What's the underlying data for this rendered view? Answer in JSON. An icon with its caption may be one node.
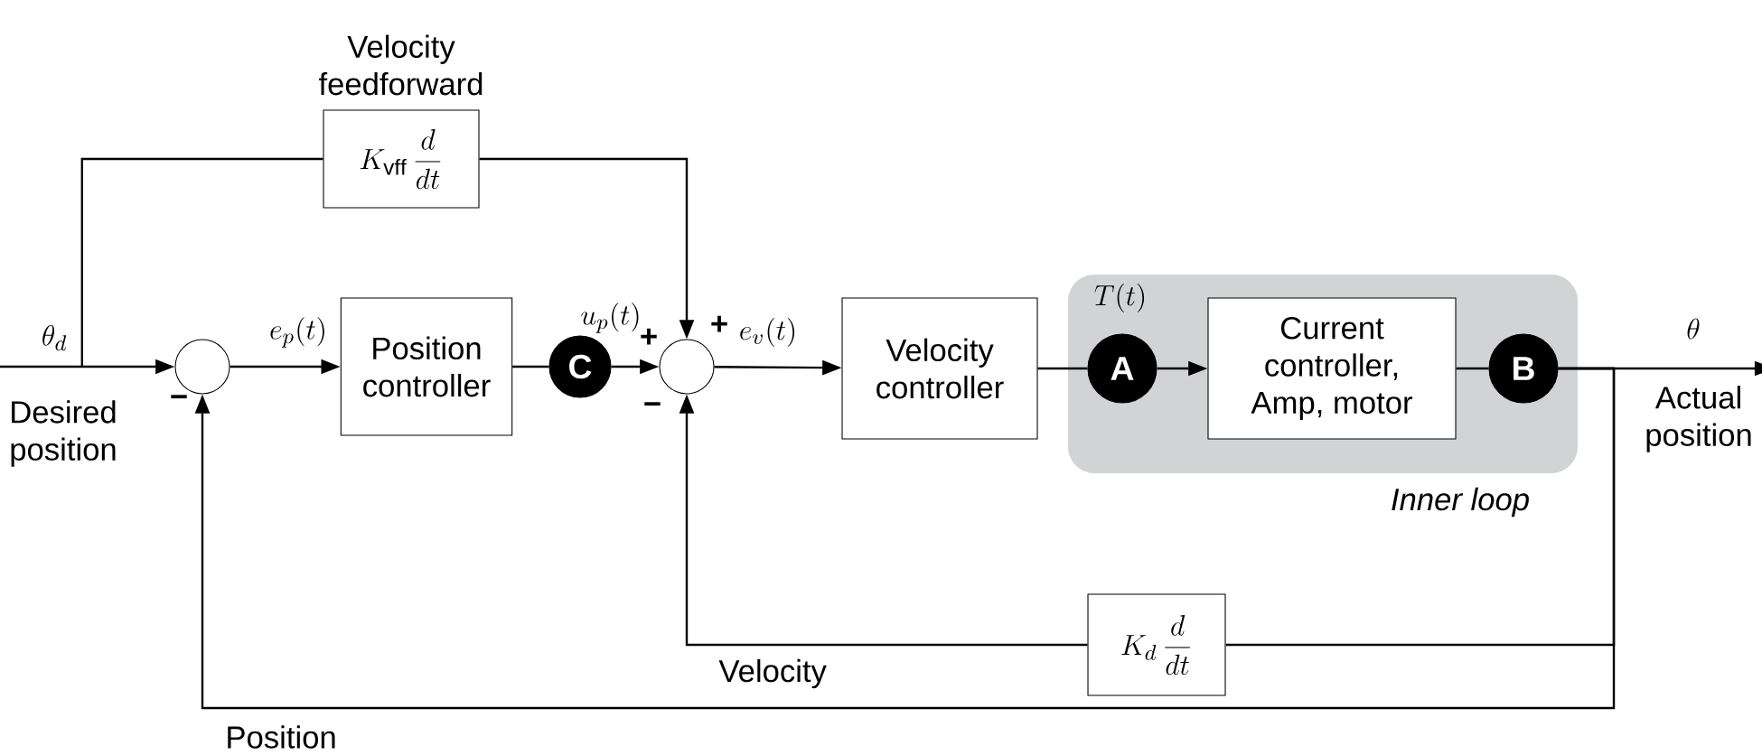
{
  "diagram": {
    "nodes": [
      {
        "text": [
          "Velocity feedforward",
          "K_{\\mathrm{vff}}\\,\\frac{d}{dt}"
        ]
      },
      {
        "text": [],
        "shape": "circle"
      },
      {
        "text": [
          "Position controller"
        ]
      },
      {
        "text": [
          "C"
        ],
        "beside": [
          "u_p(t)"
        ]
      },
      {
        "text": [],
        "shape": "circle"
      },
      {
        "text": [
          "Velocity controller"
        ]
      },
      {
        "text": [
          "Inner loop"
        ]
      },
      {
        "text": [
          "A"
        ],
        "in": 6,
        "beside": [
          "T(t)"
        ]
      },
      {
        "text": [
          "Current controller, Amp, motor"
        ],
        "in": 6
      },
      {
        "text": [
          "B"
        ],
        "in": 6
      },
      {
        "text": [
          "K_d\\,\\frac{d}{dt}"
        ]
      },
      {
        "text": [
          "Desired position"
        ]
      },
      {
        "text": [
          "Actual position"
        ]
      }
    ],
    "edges": [
      {
        "from": 11,
        "to": 1,
        "arrow": "to",
        "label": "\\theta_d"
      },
      {
        "from": 11,
        "to": 0,
        "arrow": "none"
      },
      {
        "from": 0,
        "to": 4,
        "arrow": "to"
      },
      {
        "from": 1,
        "to": 2,
        "arrow": "to",
        "label": "e_p(t)"
      },
      {
        "from": 2,
        "to": 3,
        "arrow": "none"
      },
      {
        "from": 3,
        "to": 4,
        "arrow": "to"
      },
      {
        "from": 4,
        "to": 5,
        "arrow": "to",
        "label": "e_v(t)"
      },
      {
        "from": 5,
        "to": 7,
        "arrow": "none"
      },
      {
        "from": 7,
        "to": 8,
        "arrow": "to"
      },
      {
        "from": 8,
        "to": 9,
        "arrow": "none"
      },
      {
        "from": 9,
        "to": 12,
        "arrow": "to",
        "label": "\\theta"
      },
      {
        "from": 9,
        "to": 10,
        "arrow": "none"
      },
      {
        "from": 10,
        "to": 4,
        "arrow": "to",
        "label": "Velocity"
      },
      {
        "from": 9,
        "to": 1,
        "arrow": "to",
        "label": "Position"
      }
    ],
    "labels": [
      "−",
      "+",
      "+",
      "−"
    ]
  }
}
